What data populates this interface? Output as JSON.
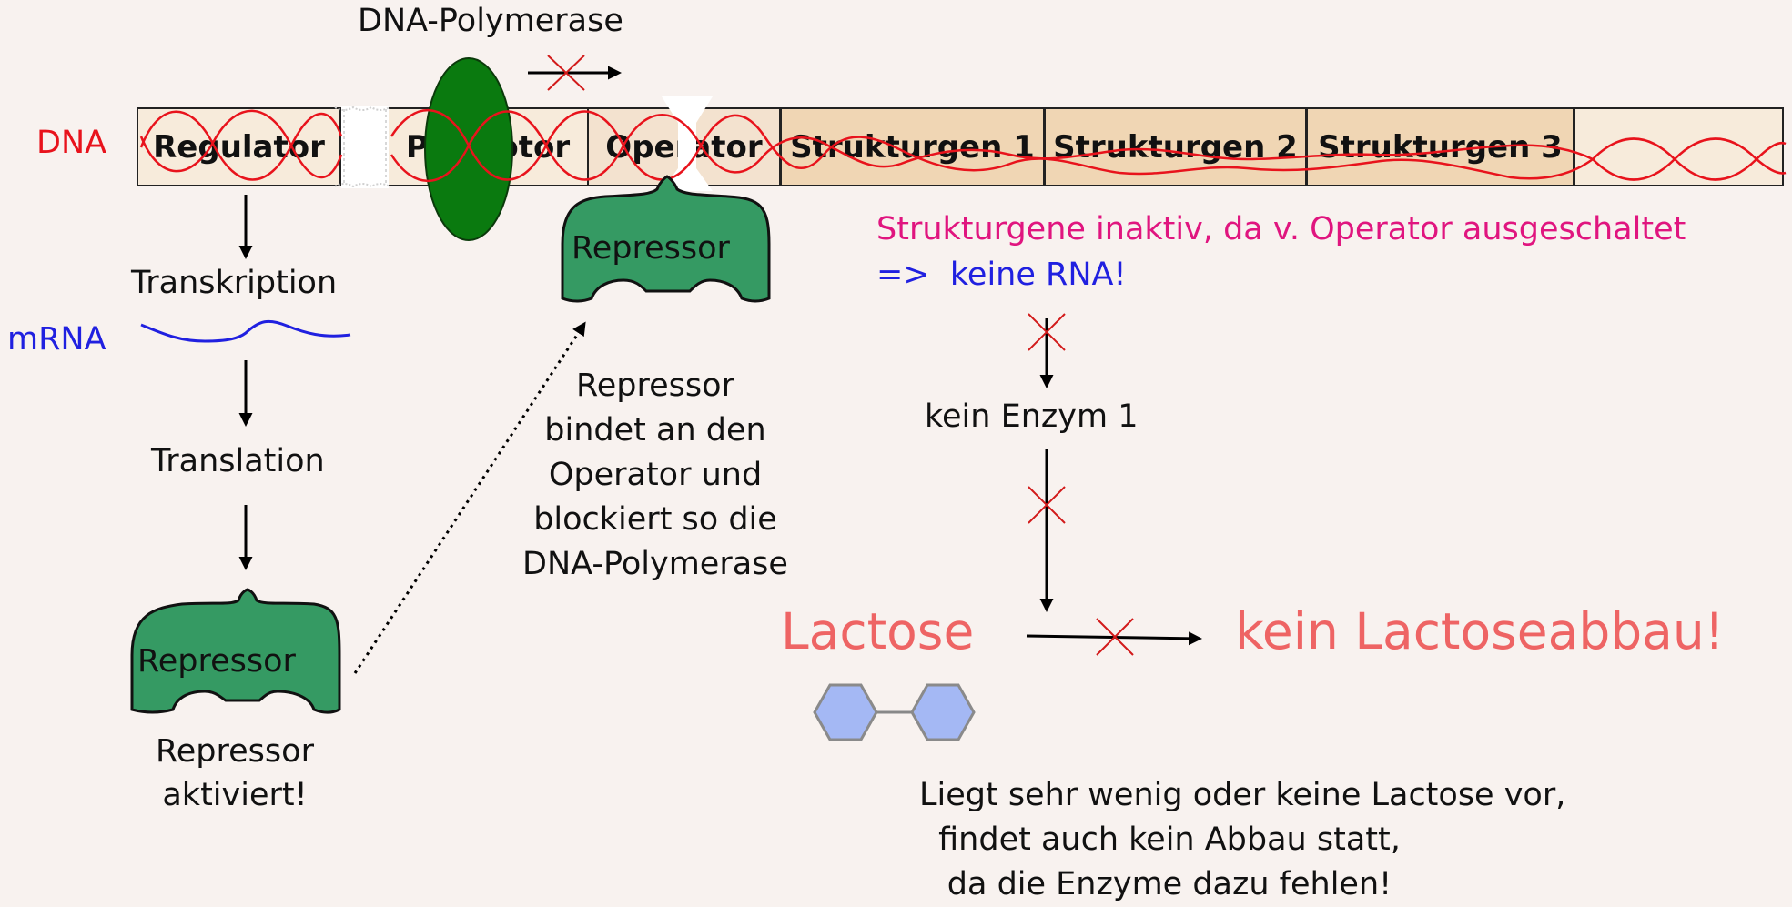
{
  "labels": {
    "dna": "DNA",
    "mrna": "mRNA",
    "dna_polymerase": "DNA-Polymerase",
    "transkription": "Transkription",
    "translation": "Translation",
    "repressor_top": "Repressor",
    "repressor_bottom": "Repressor",
    "repressor_activated_1": "Repressor",
    "repressor_activated_2": "aktiviert!",
    "binding_note": [
      "Repressor",
      "bindet an den",
      "Operator und",
      "blockiert so die",
      "DNA-Polymerase"
    ],
    "genes_inactive": "Strukturgene inaktiv, da v. Operator ausgeschaltet",
    "no_rna": "=>  keine RNA!",
    "no_enzyme": "kein Enzym 1",
    "lactose": "Lactose",
    "no_breakdown": "kein Lactoseabbau!",
    "explanation": [
      "Liegt sehr wenig oder keine Lactose vor,",
      "findet auch kein Abbau statt,",
      "da die Enzyme dazu fehlen!"
    ]
  },
  "segments": {
    "regulator": "Regulator",
    "promotor": "Promotor",
    "operator": "Operator",
    "sg1": "Strukturgen 1",
    "sg2": "Strukturgen 2",
    "sg3": "Strukturgen 3"
  },
  "colors": {
    "dna_label": "#e8131c",
    "mrna_label": "#2020e0",
    "genes_inactive": "#e0157f",
    "no_rna": "#2020e0",
    "lactose": "#ee6464",
    "repressor": "#359a63",
    "polymerase": "#0a7a0f",
    "hexagon": "#a4b8f4"
  }
}
